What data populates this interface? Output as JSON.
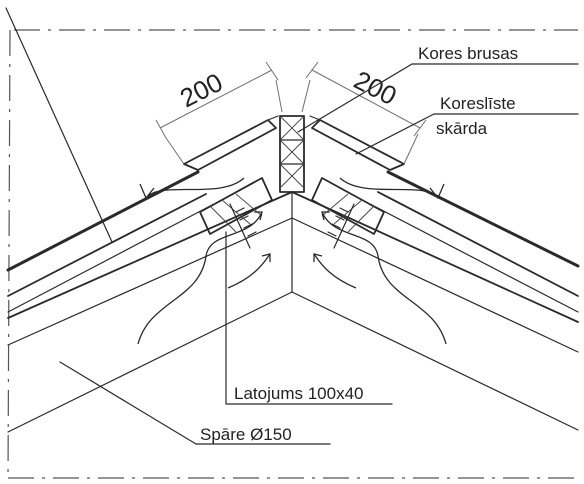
{
  "labels": {
    "ridge_beam": "Kores brusas",
    "ridge_flashing_line1": "Koreslīste",
    "ridge_flashing_line2": "skārda",
    "batten": "Latojums 100x40",
    "rafter": "Spāre Ø150"
  },
  "dimensions": {
    "left": "200",
    "right": "200"
  },
  "colors": {
    "ink": "#2a2a2a",
    "background": "#ffffff"
  }
}
